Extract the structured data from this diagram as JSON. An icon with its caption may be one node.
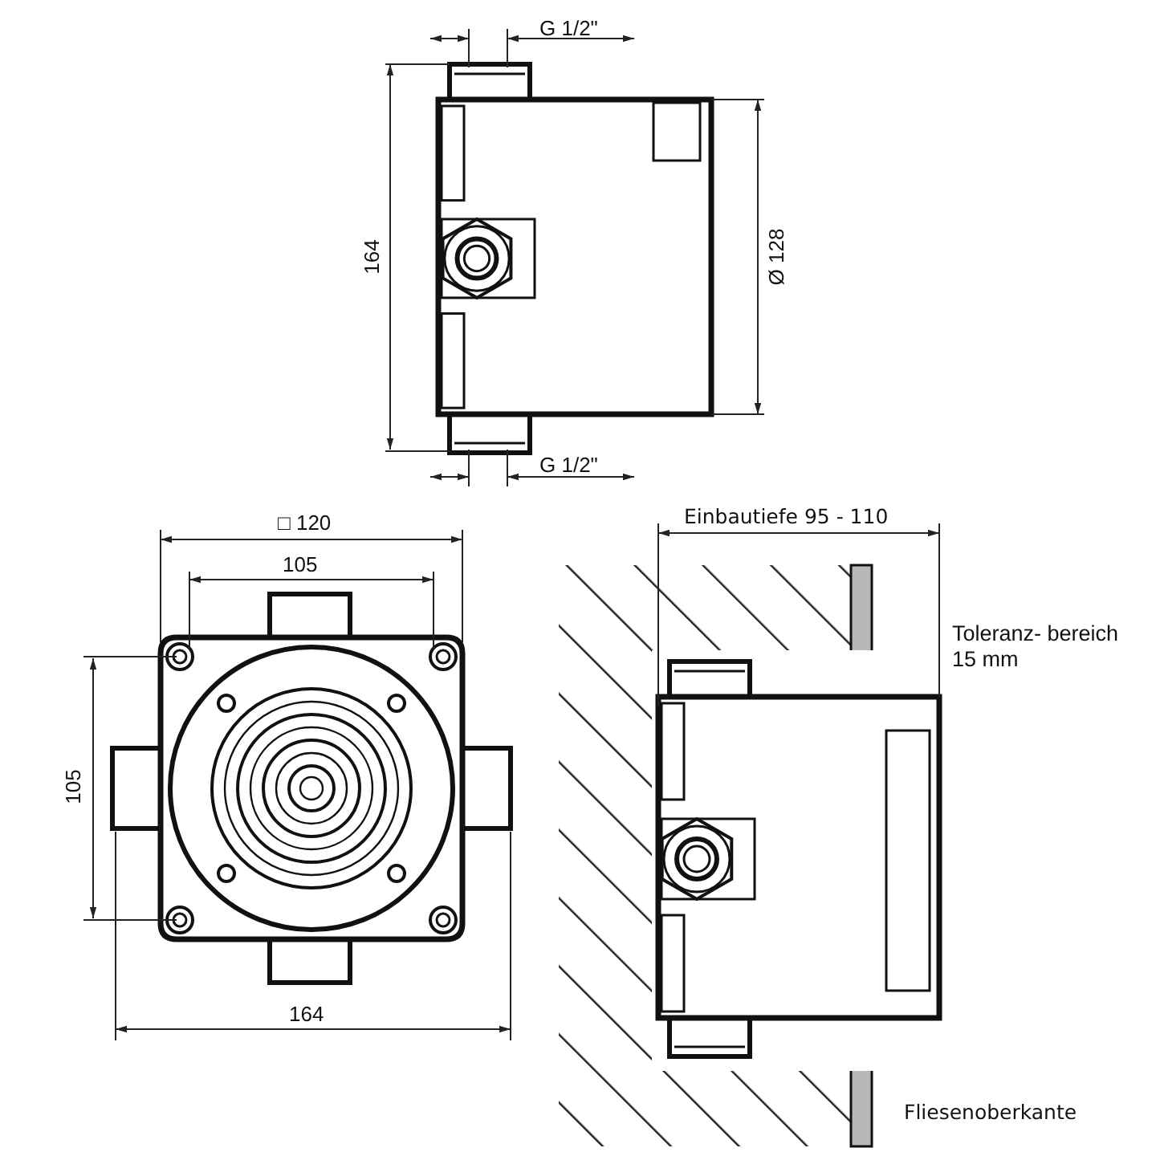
{
  "diagram": {
    "labels": [
      "G 1/2\"",
      "164",
      "Ø 128",
      "G 1/2\"",
      "□ 120",
      "Einbautiefe 95 - 110",
      "105",
      "Toleranz- bereich 15 mm",
      "105",
      "164",
      "Fliesenoberkante"
    ]
  }
}
